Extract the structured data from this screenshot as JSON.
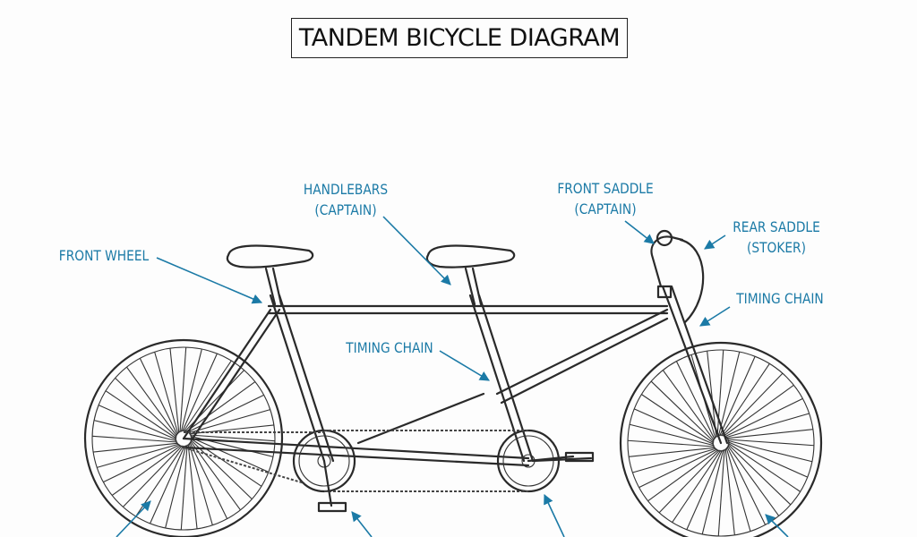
{
  "title": "TANDEM BICYCLE DIAGRAM",
  "labels": {
    "handlebars": [
      "HANDLEBARS",
      "(CAPTAIN)"
    ],
    "front_saddle": [
      "FRONT SADDLE",
      "(CAPTAIN)"
    ],
    "rear_saddle": [
      "REAR SADDLE",
      "(STOKER)"
    ],
    "front_wheel": "FRONT WHEEL",
    "timing_chain_right": "TIMING CHAIN",
    "timing_chain_center": "TIMING CHAIN"
  },
  "colors": {
    "label": "#1b7aa6",
    "line": "#2a2a2a",
    "background": "#fdfdfd"
  }
}
